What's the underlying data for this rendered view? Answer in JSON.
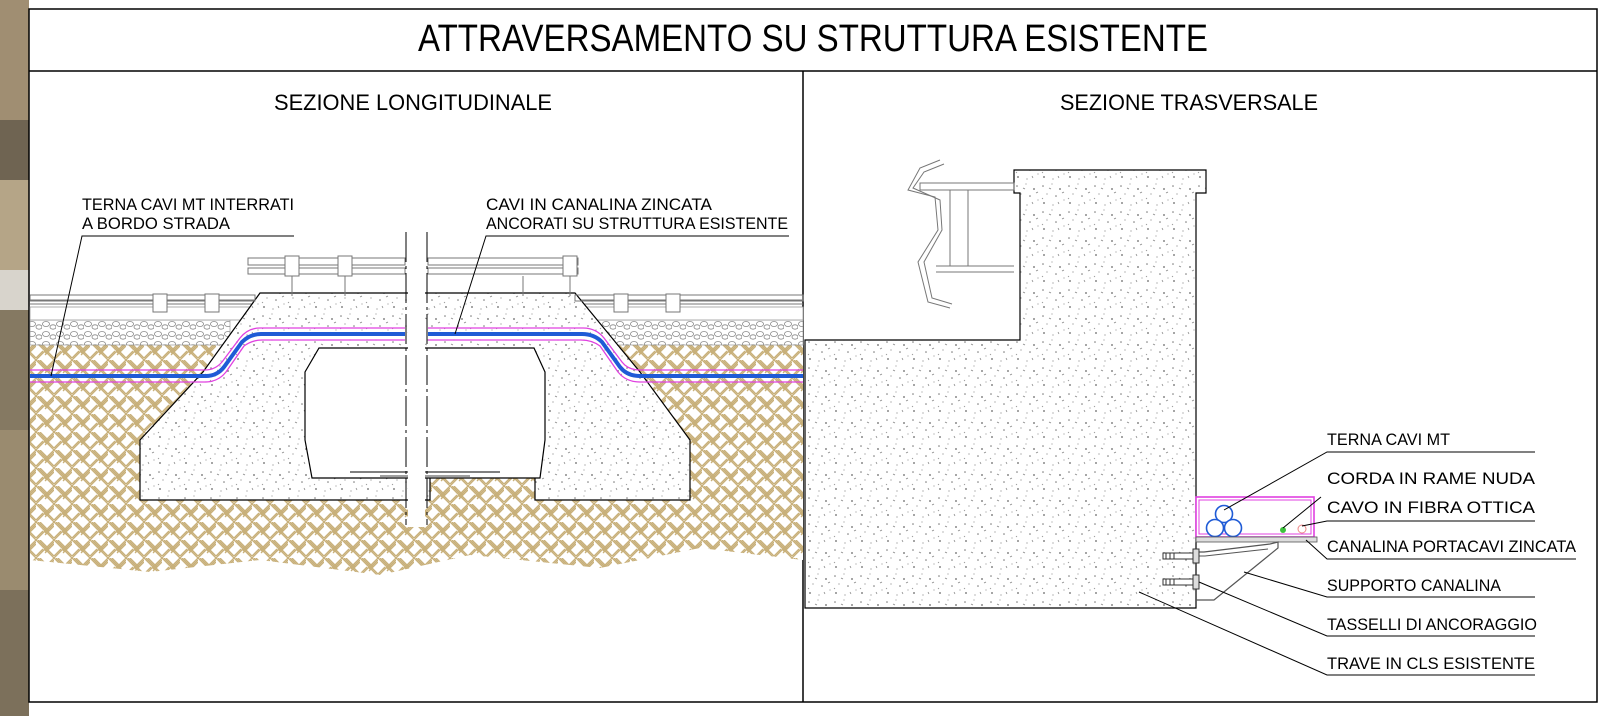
{
  "title": "ATTRAVERSAMENTO SU STRUTTURA ESISTENTE",
  "left_section": {
    "heading": "SEZIONE LONGITUDINALE",
    "label_cavi_interrati_1": "TERNA CAVI MT INTERRATI",
    "label_cavi_interrati_2": "A BORDO STRADA",
    "label_canalina_1": "CAVI IN CANALINA ZINCATA",
    "label_canalina_2": "ANCORATI SU STRUTTURA ESISTENTE"
  },
  "right_section": {
    "heading": "SEZIONE TRASVERSALE",
    "labels": {
      "terna": "TERNA CAVI MT",
      "corda": "CORDA IN RAME NUDA",
      "fibra": "CAVO IN FIBRA OTTICA",
      "canalina": "CANALINA PORTACAVI ZINCATA",
      "supporto": "SUPPORTO CANALINA",
      "tasselli": "TASSELLI DI ANCORAGGIO",
      "trave": "TRAVE IN CLS ESISTENTE"
    }
  },
  "colors": {
    "cable": "#1f5bd6",
    "duct": "#e040e0",
    "soil": "#c8b07a",
    "concrete": "#f6f6f6",
    "fiber": "#3cc23c"
  }
}
